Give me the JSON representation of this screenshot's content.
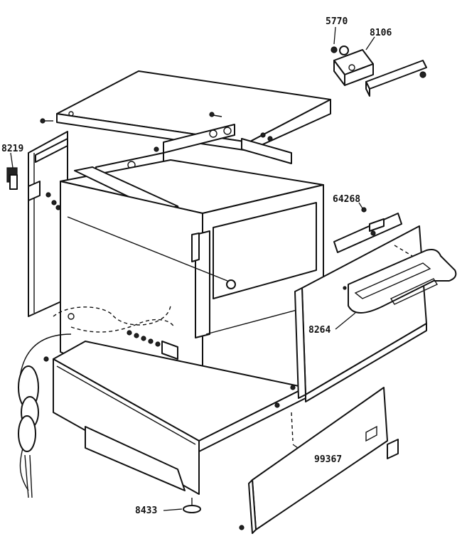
{
  "callouts": {
    "c5770": "5770",
    "c8106": "8106",
    "c8219": "8219",
    "c64268": "64268",
    "c8264": "8264",
    "c99367": "99367",
    "c8433": "8433"
  },
  "colors": {
    "ink": "#111111",
    "paper": "#ffffff"
  }
}
